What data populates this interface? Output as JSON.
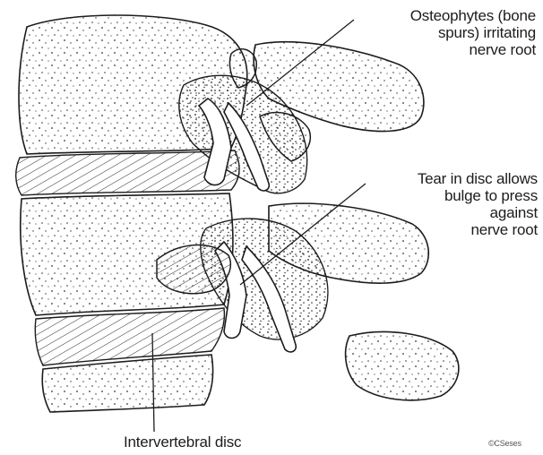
{
  "labels": {
    "osteophytes": [
      "Osteophytes (bone",
      "spurs) irritating",
      "nerve root"
    ],
    "tear": [
      "Tear in disc allows",
      "bulge to press",
      "against",
      "nerve root"
    ],
    "disc": "Intervertebral disc",
    "mark": "©CSeses"
  },
  "colors": {
    "ink": "#1c1c1c",
    "background": "#ffffff"
  }
}
